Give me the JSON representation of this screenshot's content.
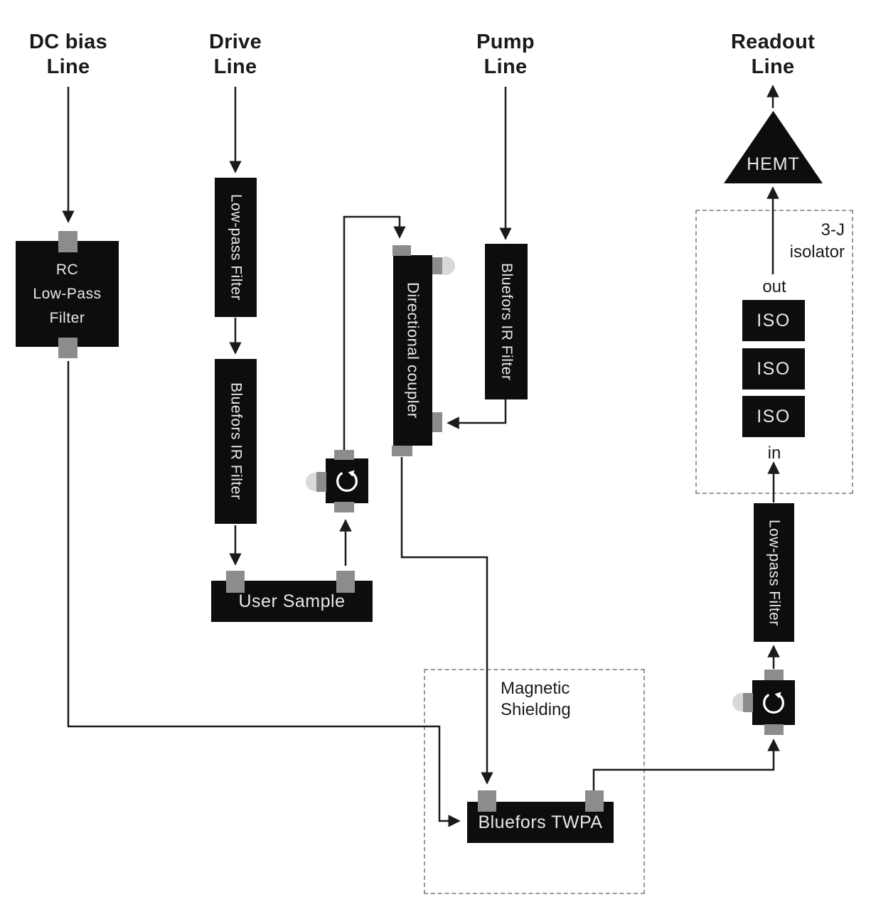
{
  "headings": {
    "dc_bias": "DC bias\nLine",
    "drive": "Drive\nLine",
    "pump": "Pump\nLine",
    "readout": "Readout\nLine"
  },
  "components": {
    "rc_filter": "RC\nLow-Pass\nFilter",
    "drive_low_pass_filter": "Low-pass Filter",
    "drive_ir_filter": "Bluefors IR Filter",
    "user_sample": "User Sample",
    "directional_coupler": "Directional coupler",
    "pump_ir_filter": "Bluefors IR Filter",
    "twpa": "Bluefors TWPA",
    "readout_low_pass_filter": "Low-pass Filter",
    "hemt": "HEMT",
    "iso": [
      "ISO",
      "ISO",
      "ISO"
    ]
  },
  "annotations": {
    "magnetic_shielding": "Magnetic\nShielding",
    "isolator": "3-J\nisolator",
    "iso_out": "out",
    "iso_in": "in"
  },
  "icons": {
    "circulator": "circular-arrow"
  },
  "colors": {
    "background": "#ffffff",
    "box": "#0d0d0d",
    "box_text": "#e8e8e8",
    "tab": "#8c8c8c",
    "port_circle": "#d9d9d9",
    "wire": "#1a1a1a",
    "dashed_border": "#999999",
    "heading": "#1a1a1a"
  }
}
